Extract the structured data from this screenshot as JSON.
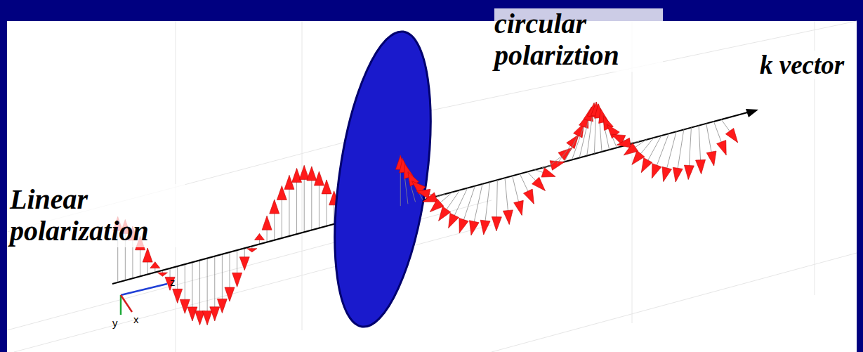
{
  "diagram": {
    "labels": [
      "Linear polarization",
      "circular polariztion",
      "k vector",
      "z",
      "y",
      "x"
    ]
  }
}
